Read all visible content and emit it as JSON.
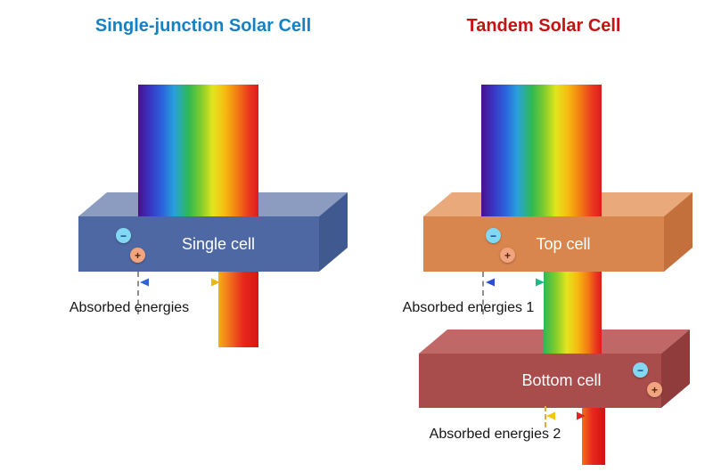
{
  "diagram": {
    "left": {
      "title": "Single-junction Solar Cell",
      "cell_label": "Single cell",
      "absorbed_label": "Absorbed energies"
    },
    "right": {
      "title": "Tandem Solar Cell",
      "top_cell_label": "Top cell",
      "bottom_cell_label": "Bottom cell",
      "absorbed_label_1": "Absorbed energies 1",
      "absorbed_label_2": "Absorbed energies 2"
    },
    "symbols": {
      "electron": "−",
      "hole": "+"
    }
  },
  "colors": {
    "left_title": "#1581c5",
    "right_title": "#c61212",
    "single_cell_front": "#4e68a3",
    "single_cell_top": "#8b9cc0",
    "top_cell_front": "#d9854e",
    "top_cell_top": "#eaa97a",
    "bottom_cell_front": "#a84c4c",
    "bottom_cell_top": "#c06767",
    "electron_badge": "#82d8f2",
    "hole_badge": "#f2a47e",
    "arrow_single_start": "#2b62dd",
    "arrow_single_end": "#f0b515",
    "arrow_tandem1_start": "#2a50cc",
    "arrow_tandem1_end": "#1fb985",
    "arrow_tandem2_start": "#f2c513",
    "arrow_tandem2_end": "#e2241c"
  }
}
